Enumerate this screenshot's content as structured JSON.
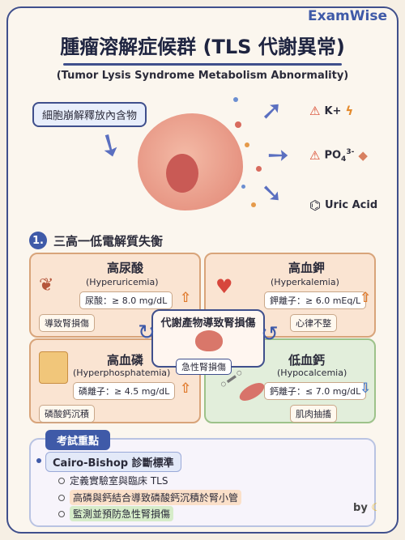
{
  "brand": "ExamWise",
  "title": "腫瘤溶解症候群 (TLS 代謝異常)",
  "subtitle": "(Tumor Lysis Syndrome Metabolism Abnormality)",
  "cell_label": "細胞崩解釋放內含物",
  "outputs": {
    "k": "K+",
    "po4": "PO",
    "po4_sub": "4",
    "po4_sup": "3-",
    "uric": "Uric Acid"
  },
  "section": {
    "number": "1.",
    "title": "三高一低電解質失衡"
  },
  "quadrants": {
    "hyperuricemia": {
      "title": "高尿酸",
      "en": "(Hyperuricemia)",
      "value": "尿酸：≥ 8.0 mg/dL",
      "tag": "導致腎損傷"
    },
    "hyperkalemia": {
      "title": "高血鉀",
      "en": "(Hyperkalemia)",
      "value": "鉀離子：≥ 6.0 mEq/L",
      "tag": "心律不整"
    },
    "hyperphosphatemia": {
      "title": "高血磷",
      "en": "(Hyperphosphatemia)",
      "value": "磷離子：≥ 4.5 mg/dL",
      "tag": "磷酸鈣沉積"
    },
    "hypocalcemia": {
      "title": "低血鈣",
      "en": "(Hypocalcemia)",
      "value": "鈣離子：≤ 7.0 mg/dL",
      "tag": "肌肉抽搐"
    }
  },
  "center": {
    "title": "代謝產物導致腎損傷",
    "tag": "急性腎損傷"
  },
  "exam": {
    "title": "考試重點",
    "criteria": "Cairo-Bishop 診斷標準",
    "bullets": [
      "定義實驗室與臨床 TLS",
      "高磷與鈣結合導致磷酸鈣沉積於腎小管",
      "監測並預防急性腎損傷"
    ]
  },
  "by": "by"
}
